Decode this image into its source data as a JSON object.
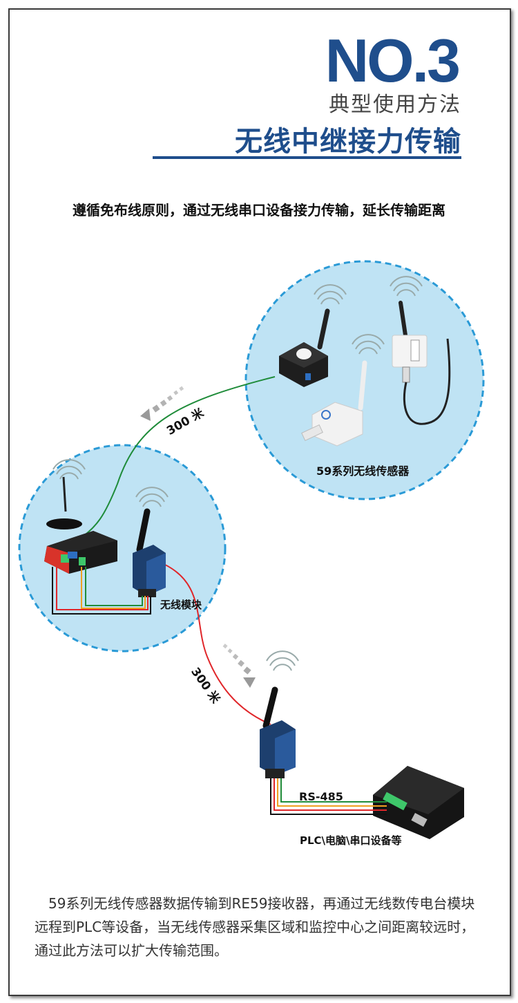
{
  "header": {
    "number": "NO.3",
    "subtitle": "典型使用方法",
    "title": "无线中继接力传输"
  },
  "lead_text": "遵循免布线原则，通过无线串口设备接力传输，延长传输距离",
  "diagram": {
    "sensors_label": "59系列无线传感器",
    "module_label": "无线模块",
    "rs485_label": "RS-485",
    "plc_label": "PLC\\电脑\\串口设备等",
    "distance_1": "300 米",
    "distance_2": "300 米",
    "colors": {
      "circle_fill": "#bfe3f4",
      "circle_border": "#2a9ad6",
      "link_green": "#1f8c3a",
      "link_red": "#e0262a",
      "brand_blue": "#1f4e8c"
    }
  },
  "description": "59系列无线传感器数据传输到RE59接收器，再通过无线数传电台模块远程到PLC等设备，当无线传感器采集区域和监控中心之间距离较远时，通过此方法可以扩大传输范围。"
}
